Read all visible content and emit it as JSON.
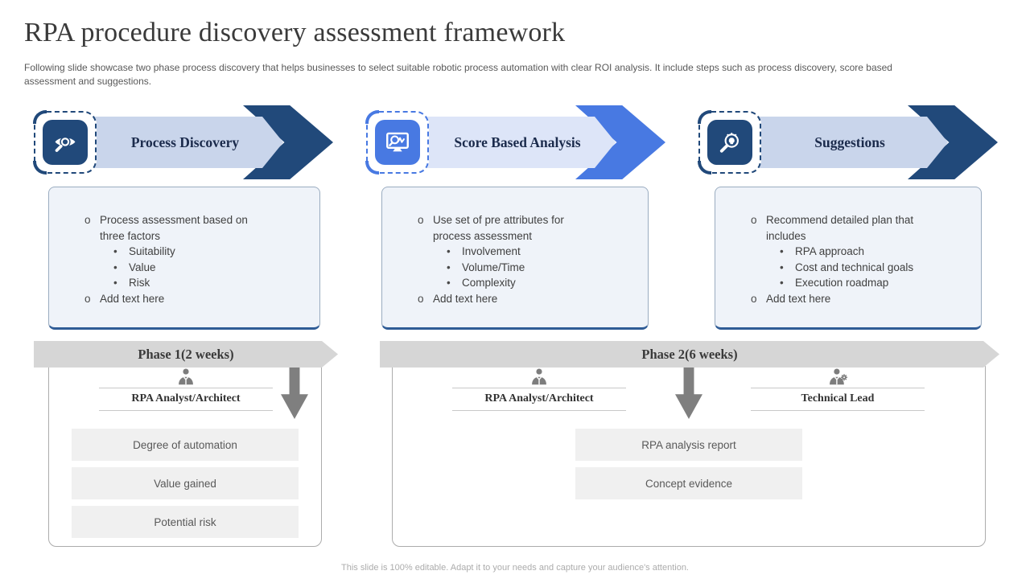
{
  "slide": {
    "title": "RPA procedure discovery assessment framework",
    "subtitle": "Following slide showcase two phase process discovery that helps businesses to select suitable robotic process automation with clear ROI analysis. It include steps such as process discovery, score based assessment and suggestions.",
    "footer": "This slide is 100% editable. Adapt it to your needs and capture your audience's attention."
  },
  "colors": {
    "navy": "#21497A",
    "bright_blue": "#4879E2",
    "light_bar_navy": "#C9D5EB",
    "light_bar_blue": "#DDE5F8",
    "content_box_bg": "#EFF3F9",
    "content_box_accent": "#2F5C96",
    "phase_bar_gray": "#D6D6D6",
    "arrow_gray": "#7F7F7F",
    "label_box_gray": "#F0F0F0"
  },
  "columns": [
    {
      "header": "Process Discovery",
      "icon": "search-eye-icon",
      "bullets": [
        {
          "m": "o",
          "t": "Process assessment based on three factors"
        },
        {
          "m": "•",
          "t": "Suitability"
        },
        {
          "m": "•",
          "t": "Value"
        },
        {
          "m": "•",
          "t": "Risk"
        },
        {
          "m": "o",
          "t": "Add text here"
        }
      ]
    },
    {
      "header": "Score Based Analysis",
      "icon": "monitor-analysis-icon",
      "bullets": [
        {
          "m": "o",
          "t": "Use set of pre attributes for process assessment"
        },
        {
          "m": "•",
          "t": "Involvement"
        },
        {
          "m": "•",
          "t": "Volume/Time"
        },
        {
          "m": "•",
          "t": "Complexity"
        },
        {
          "m": "o",
          "t": "Add text here"
        }
      ]
    },
    {
      "header": "Suggestions",
      "icon": "idea-search-icon",
      "bullets": [
        {
          "m": "o",
          "t": "Recommend detailed plan that includes"
        },
        {
          "m": "•",
          "t": "RPA approach"
        },
        {
          "m": "•",
          "t": "Cost and technical goals"
        },
        {
          "m": "•",
          "t": "Execution roadmap"
        },
        {
          "m": "o",
          "t": "Add text here"
        }
      ]
    }
  ],
  "phases": [
    {
      "label": "Phase 1(2 weeks)",
      "roles": [
        {
          "name": "RPA Analyst/Architect",
          "icon": "person-icon"
        }
      ],
      "boxes": [
        "Degree of automation",
        "Value gained",
        "Potential risk"
      ]
    },
    {
      "label": "Phase 2(6 weeks)",
      "roles": [
        {
          "name": "RPA Analyst/Architect",
          "icon": "person-icon"
        },
        {
          "name": "Technical Lead",
          "icon": "person-gear-icon"
        }
      ],
      "boxes": [
        "RPA analysis report",
        "Concept evidence"
      ]
    }
  ]
}
